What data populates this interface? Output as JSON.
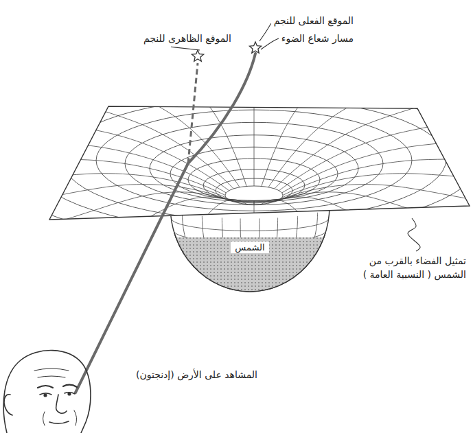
{
  "diagram": {
    "nodes": [
      {
        "text": [
          "الشمس"
        ]
      }
    ],
    "labels": [
      "الموقع الفعلى للنجم",
      "الموقع الظاهرى للنجم",
      "مسار شعاع الضوء",
      "تمثيل الفضاء بالقرب من الشمس ( النسبية العامة )",
      "المشاهد على الأرض (إدنجتون)"
    ]
  }
}
